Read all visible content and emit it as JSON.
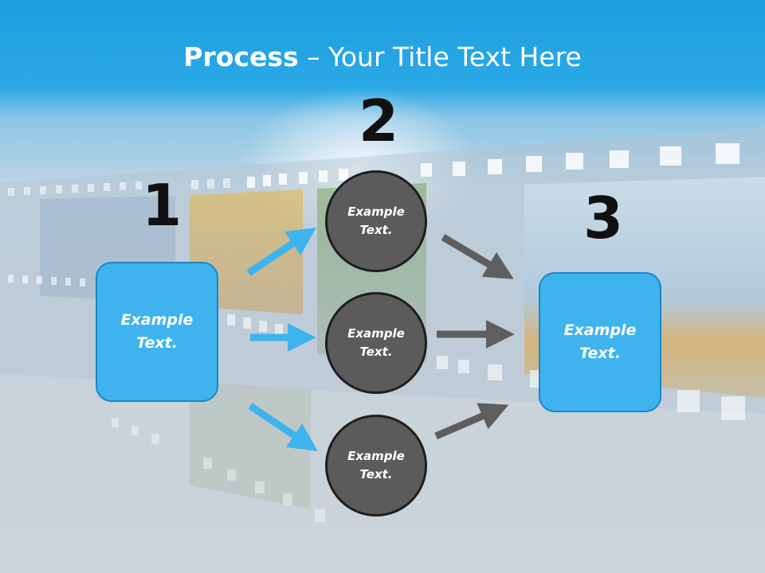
{
  "title": {
    "bold": "Process",
    "dash": " – ",
    "rest": "Your Title Text Here"
  },
  "steps": [
    {
      "number": "1",
      "box_text": "Example\nText."
    },
    {
      "number": "2"
    },
    {
      "number": "3",
      "box_text": "Example\nText."
    }
  ],
  "circles": [
    {
      "text": "Example\nText."
    },
    {
      "text": "Example\nText."
    },
    {
      "text": "Example\nText."
    }
  ],
  "colors": {
    "box_fill": "#3fb3ee",
    "circle_fill": "#5b5b5b",
    "blue_arrow": "#3fb3ee",
    "gray_arrow": "#5e5e5e",
    "title_bar": "#1f9fe0"
  }
}
